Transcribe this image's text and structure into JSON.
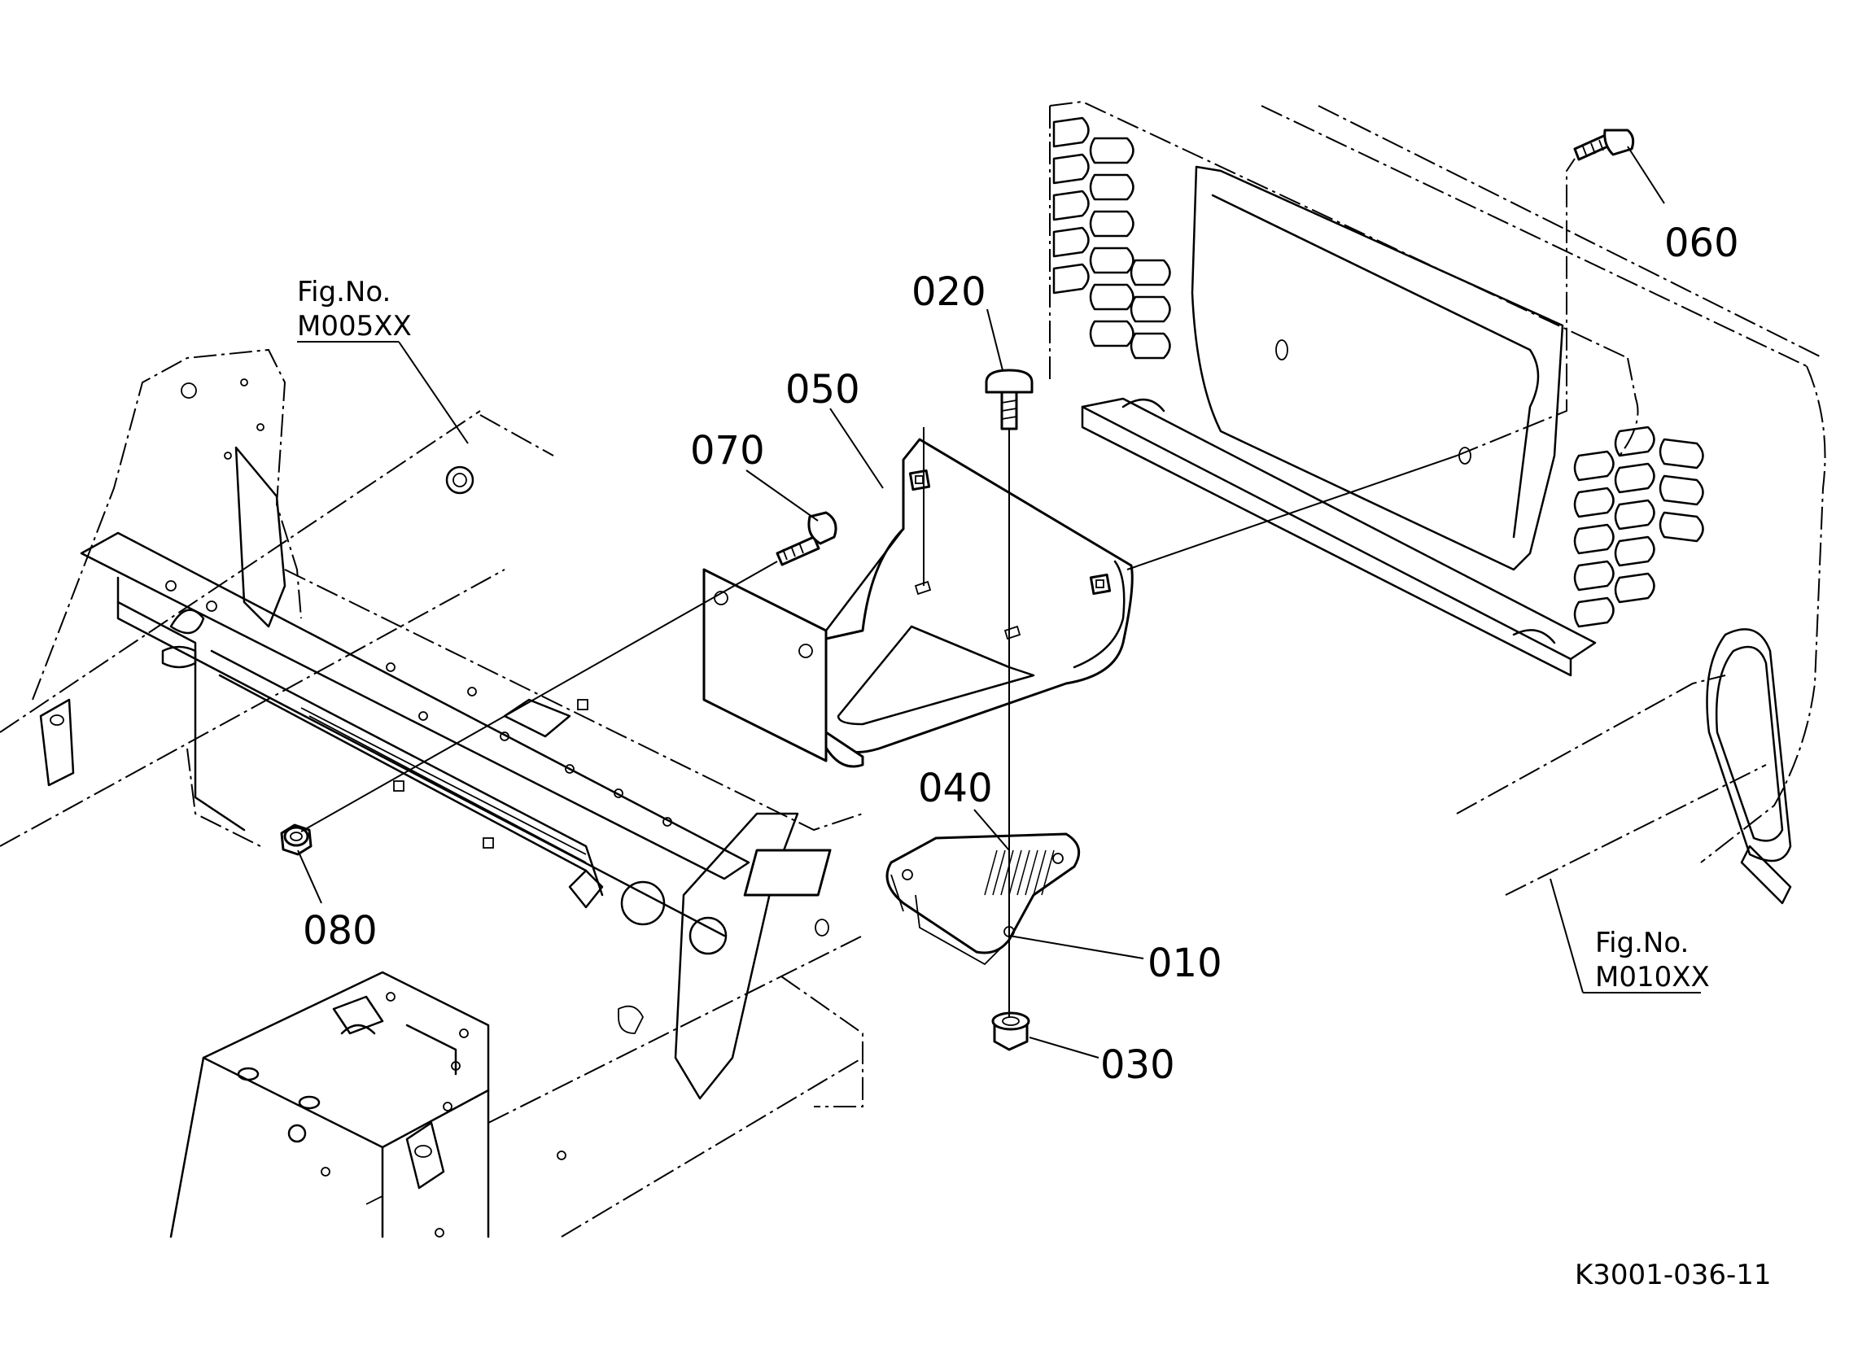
{
  "callouts": {
    "p010": "010",
    "p020": "020",
    "p030": "030",
    "p040": "040",
    "p050": "050",
    "p060": "060",
    "p070": "070",
    "p080": "080"
  },
  "fig_refs": {
    "left": {
      "line1": "Fig.No.",
      "line2": "M005XX"
    },
    "right": {
      "line1": "Fig.No.",
      "line2": "M010XX"
    }
  },
  "drawing_id": "K3001-036-11"
}
